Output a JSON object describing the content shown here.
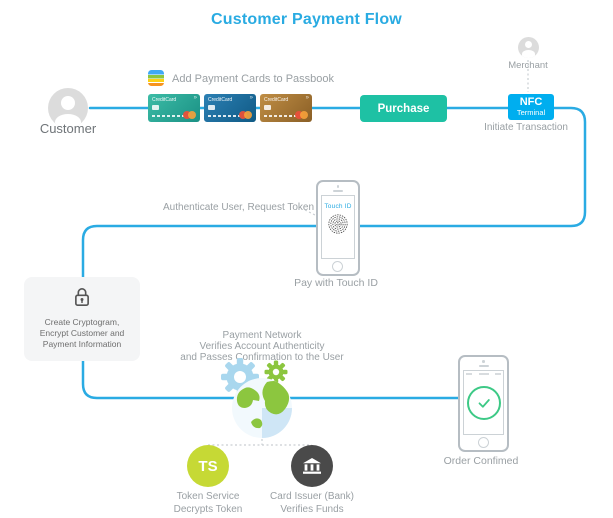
{
  "title": "Customer Payment Flow",
  "customer": {
    "label": "Customer"
  },
  "merchant": {
    "label": "Merchant"
  },
  "passbook": {
    "label": "Add Payment Cards to Passbook"
  },
  "cards": {
    "brand": "CreditCard"
  },
  "purchase": {
    "label": "Purchase"
  },
  "nfc": {
    "line1": "NFC",
    "line2": "Terminal"
  },
  "initiate": {
    "label": "Initiate Transaction"
  },
  "auth": {
    "label": "Authenticate User, Request Token"
  },
  "touch_phone": {
    "screen_label": "Touch ID",
    "caption": "Pay with Touch ID"
  },
  "lock": {
    "lines": [
      "Create Cryptogram,",
      "Encrypt Customer and",
      "Payment Information"
    ]
  },
  "network": {
    "lines": [
      "Payment Network",
      "Verifies Account Authenticity",
      "and Passes Confirmation to the User"
    ]
  },
  "token_service": {
    "badge": "TS",
    "lines": [
      "Token Service",
      "Decrypts Token"
    ]
  },
  "card_issuer": {
    "lines": [
      "Card Issuer (Bank)",
      "Verifies Funds"
    ]
  },
  "order_phone": {
    "caption": "Order Confimed"
  },
  "colors": {
    "accent_blue": "#29abe2",
    "purchase_teal": "#1ec1a4",
    "nfc_blue": "#00aeef",
    "token_green": "#c6d935",
    "bank_gray": "#4a4a4a",
    "check_green": "#3dc986",
    "label_gray": "#9aa0a4"
  }
}
